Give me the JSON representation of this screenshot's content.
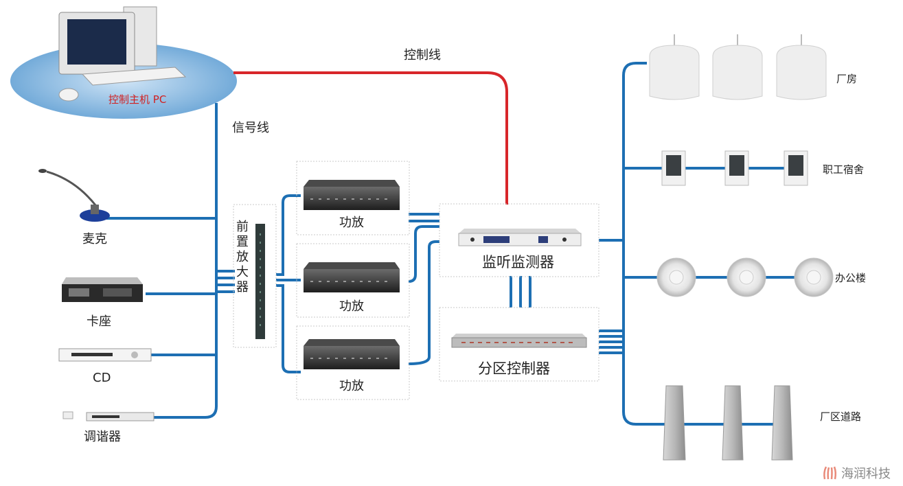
{
  "labels": {
    "control_pc": "控制主机 PC",
    "control_line": "控制线",
    "signal_line": "信号线",
    "mic": "麦克",
    "cassette": "卡座",
    "cd": "CD",
    "tuner": "调谐器",
    "preamp": "前置放大器",
    "amp1": "功放",
    "amp2": "功放",
    "amp3": "功放",
    "monitor": "监听监测器",
    "zone_controller": "分区控制器",
    "workshop": "厂房",
    "dormitory": "职工宿舍",
    "office": "办公楼",
    "road": "厂区道路"
  },
  "watermark": "海润科技",
  "colors": {
    "signal": "#1d6fb3",
    "control": "#d8262a",
    "frame": "#c9c9c9"
  }
}
